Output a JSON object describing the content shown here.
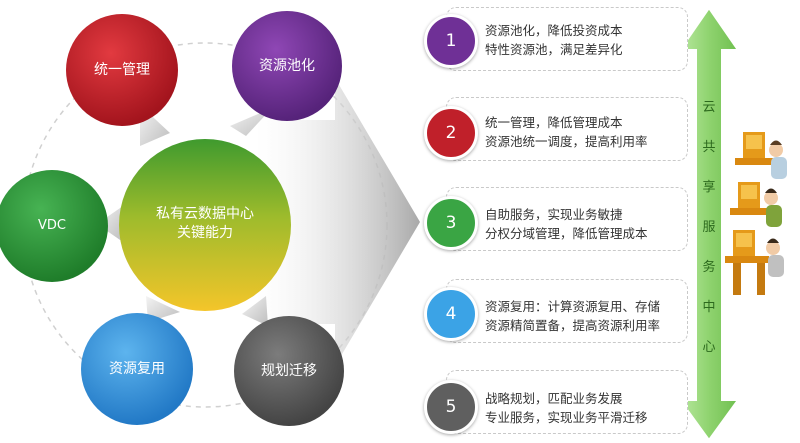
{
  "center": {
    "line1": "私有云数据中心",
    "line2": "关键能力"
  },
  "capabilities": [
    {
      "label": "统一管理",
      "color": "#c0202a"
    },
    {
      "label": "资源池化",
      "color": "#6f3096"
    },
    {
      "label": "VDC",
      "color": "#2e9a3a"
    },
    {
      "label": "资源复用",
      "color": "#3a9ae0"
    },
    {
      "label": "规划迁移",
      "color": "#5f5f5f"
    }
  ],
  "items": [
    {
      "num": "1",
      "line1": "资源池化，降低投资成本",
      "line2": "特性资源池，满足差异化",
      "color": "#6f3096"
    },
    {
      "num": "2",
      "line1": "统一管理，降低管理成本",
      "line2": "资源池统一调度，提高利用率",
      "color": "#c0202a"
    },
    {
      "num": "3",
      "line1": "自助服务，实现业务敏捷",
      "line2": "分权分域管理，降低管理成本",
      "color": "#3aa544"
    },
    {
      "num": "4",
      "line1": "资源复用：计算资源复用、存储",
      "line2": "资源精简置备，提高资源利用率",
      "color": "#3ba3e6"
    },
    {
      "num": "5",
      "line1": "战略规划，匹配业务发展",
      "line2": "专业服务，实现业务平滑迁移",
      "color": "#5f5f5f"
    }
  ],
  "side_label": [
    "云",
    "共",
    "享",
    "服",
    "务",
    "中",
    "心"
  ],
  "arrow_color": "#8fd36f"
}
